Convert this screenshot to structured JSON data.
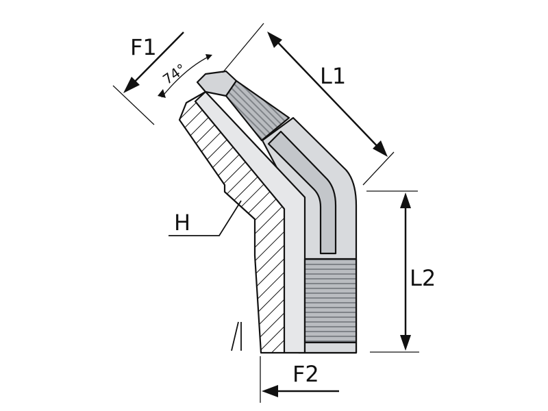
{
  "labels": {
    "f1": "F1",
    "l1": "L1",
    "h": "H",
    "l2": "L2",
    "f2": "F2",
    "angle": "74°"
  },
  "colors": {
    "line": "#111111",
    "body_light": "#d8dadd",
    "body_mid": "#c3c6ca",
    "thread": "#9ea2a7"
  }
}
